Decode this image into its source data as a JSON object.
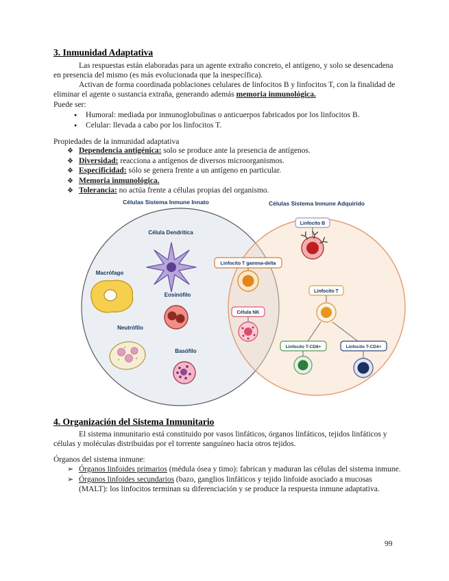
{
  "page": {
    "number": "99"
  },
  "markers": {
    "disc": "●",
    "diamond": "❖",
    "arrow": "➢"
  },
  "section3": {
    "title": "3. Inmunidad Adaptativa",
    "para1": "Las respuestas están elaboradas para un agente extraño concreto, el antígeno, y solo se desencadena en presencia del mismo (es más evolucionada que la inespecífica).",
    "para2_pre": "Activan de forma coordinada poblaciones celulares de linfocitos B y linfocitos T, con la finalidad de eliminar el agente o sustancia extraña, generando además ",
    "para2_key": "memoria inmunológica.",
    "puede_ser": "Puede ser:",
    "bullets": [
      "Humoral: mediada por inmunoglobulinas o anticuerpos fabricados por los linfocitos B.",
      "Celular: llevada a cabo por los linfocitos T."
    ],
    "properties_intro": "Propiedades de la inmunidad adaptativa",
    "properties": [
      {
        "term": "Dependencia antigénica:",
        "desc": " solo se produce ante la presencia de antígenos."
      },
      {
        "term": "Diversidad:",
        "desc": " reacciona a antígenos de diversos microorganismos."
      },
      {
        "term": "Especificidad:",
        "desc": " sólo se genera frente a un antígeno en particular."
      },
      {
        "term": "Memoria inmunológica.",
        "desc": ""
      },
      {
        "term": "Tolerancia:",
        "desc": " no actúa frente a células propias del organismo."
      }
    ]
  },
  "diagram": {
    "innate_title": "Células Sistema Inmune Innato",
    "adaptive_title": "Células Sistema Inmune Adquirido",
    "labels": {
      "dendritic": "Célula Dendrítica",
      "macrophage": "Macrófago",
      "eosinophil": "Eosinófilo",
      "neutrophil": "Neutrófilo",
      "basophil": "Basófilo",
      "t_gamma_delta": "Linfocito T gamma-delta",
      "nk": "Célula NK",
      "b_cell": "Linfocito B",
      "t_cell": "Linfocito T",
      "t_cd8": "Linfocito T-CD8+",
      "t_cd4": "Linfocito T-CD4+"
    },
    "palette": {
      "innate_fill": "#e9edf3",
      "innate_stroke": "#55595f",
      "adaptive_fill": "#f7d9bf",
      "adaptive_stroke": "#e29b6e",
      "label_text": "#16355c"
    }
  },
  "section4": {
    "title": "4. Organización del Sistema Inmunitario",
    "para1": "El sistema inmunitario está constituido por vasos linfáticos, órganos linfáticos, tejidos linfáticos y células y moléculas distribuidas por el torrente sanguíneo hacia otros tejidos.",
    "organs_intro": "Órganos del sistema inmune:",
    "organs": [
      {
        "term": "Órganos linfoides primarios",
        "desc": " (médula ósea y timo): fabrican y maduran las células del sistema inmune."
      },
      {
        "term": "Órganos linfoides secundarios",
        "desc": " (bazo, ganglios linfáticos y tejido linfoide asociado a mucosas (MALT): los linfocitos terminan su diferenciación y se produce la respuesta inmune adaptativa."
      }
    ]
  }
}
